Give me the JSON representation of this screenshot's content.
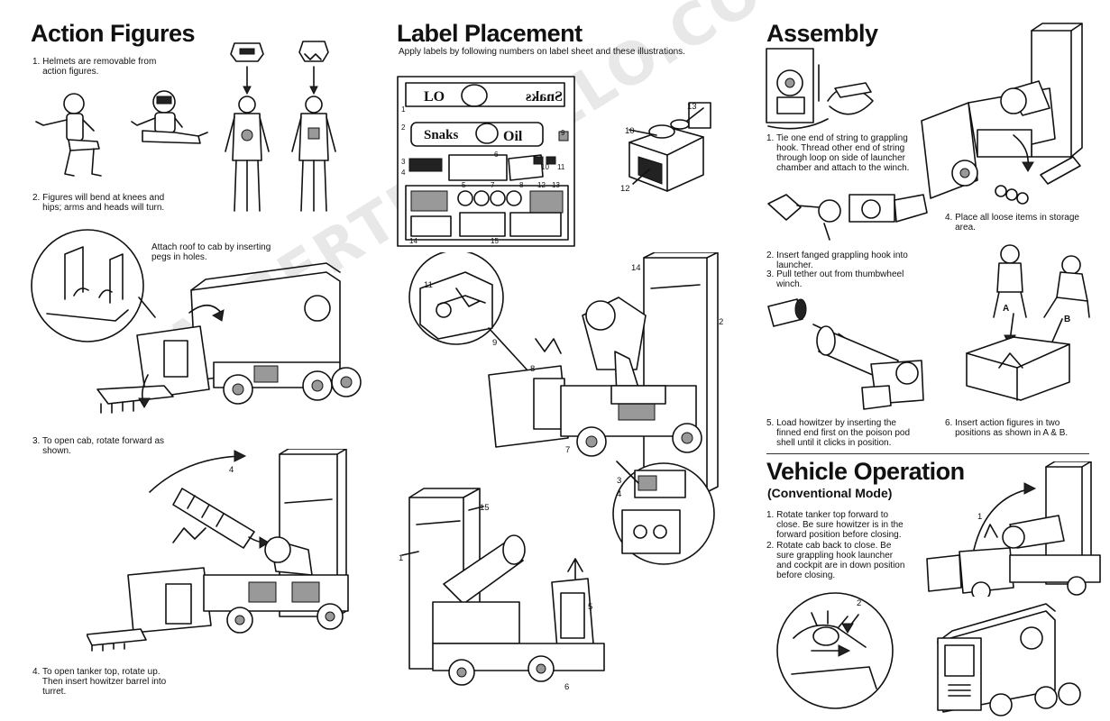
{
  "sections": {
    "action_figures": {
      "title": "Action Figures",
      "step1": "1. Helmets are removable from\n    action figures.",
      "step2": "2. Figures will bend at knees and\n    hips; arms and heads will turn.",
      "roof_note": "Attach roof to cab by inserting\npegs in holes.",
      "step3": "3. To open cab, rotate forward as\n    shown.",
      "callout_4": "4",
      "step4": "4. To open tanker top, rotate up.\n    Then insert howitzer barrel into\n    turret."
    },
    "label_placement": {
      "title": "Label Placement",
      "subtitle": "Apply labels by following numbers on label sheet and these illustrations.",
      "sheet_numbers": [
        "1",
        "2",
        "3",
        "4",
        "5",
        "6",
        "7",
        "8",
        "9",
        "10",
        "11",
        "12",
        "13",
        "14",
        "15"
      ],
      "logo_text_1": "Snaks",
      "logo_text_2": "Snaks",
      "pod_numbers": [
        "10",
        "13",
        "12"
      ],
      "trailer_numbers": [
        "14",
        "2",
        "11",
        "9",
        "8",
        "7",
        "3",
        "4"
      ],
      "rear_numbers": [
        "15",
        "1",
        "5",
        "6"
      ]
    },
    "assembly": {
      "title": "Assembly",
      "step1": "1. Tie one end of string to grappling\n    hook. Thread other end of string\n    through loop on side of launcher\n    chamber and attach to the winch.",
      "step2": "2. Insert fanged grappling hook into\n    launcher.",
      "step3": "3. Pull tether out from thumbwheel\n    winch.",
      "step4": "4. Place all loose items in storage\n    area.",
      "step5": "5. Load howitzer by inserting the\n    finned end first on the poison pod\n    shell until it clicks in position.",
      "step6": "6. Insert action figures in two\n    positions as shown in A & B.",
      "label_a": "A",
      "label_b": "B"
    },
    "vehicle_operation": {
      "title": "Vehicle Operation",
      "subtitle": "(Conventional Mode)",
      "step1": "1. Rotate tanker top forward to\n    close. Be sure howitzer is in the\n    forward position before closing.",
      "step2": "2. Rotate cab back to close. Be\n    sure grappling hook launcher\n    and cockpit are in down position\n    before closing.",
      "callout_1": "1",
      "callout_2": "2"
    }
  },
  "watermark": "ALBERTPENELLO.COM/MASK"
}
